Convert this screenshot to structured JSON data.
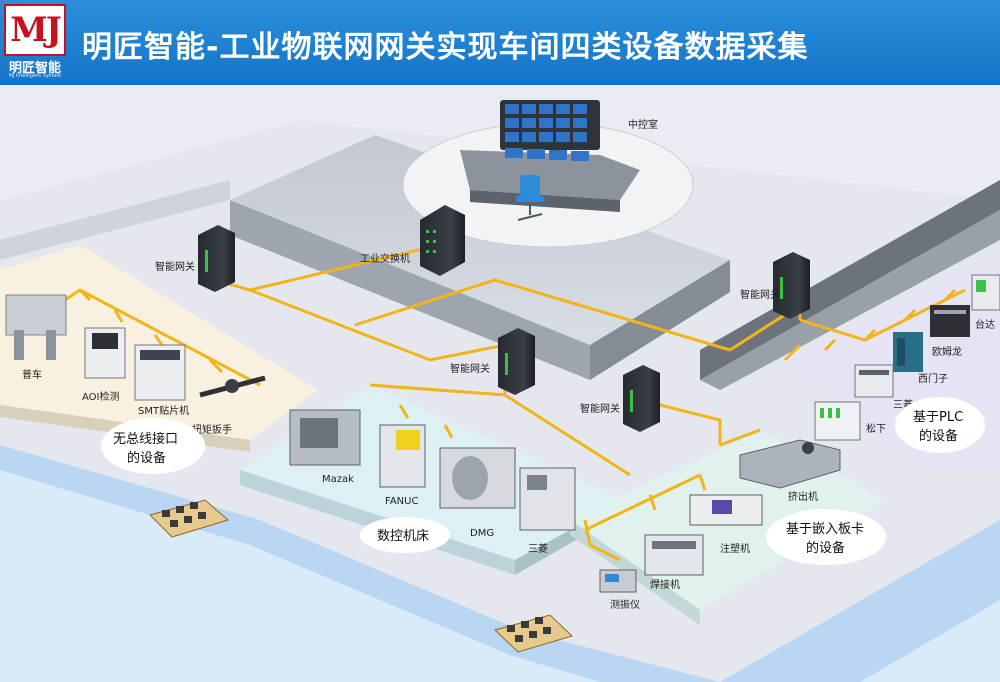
{
  "header": {
    "title": "明匠智能-工业物联网网关实现车间四类设备数据采集",
    "logo": {
      "mark": "MJ",
      "name": "明匠智能",
      "tagline": "MJ Intelligent System"
    }
  },
  "control_room": {
    "label": "中控室"
  },
  "switch": {
    "label": "工业交换机"
  },
  "gateways": [
    {
      "label": "智能网关"
    },
    {
      "label": "智能网关"
    },
    {
      "label": "智能网关"
    },
    {
      "label": "智能网关"
    }
  ],
  "zones": {
    "no_bus": {
      "title_line1": "无总线接口",
      "title_line2": "的设备",
      "devices": [
        {
          "label": "普车"
        },
        {
          "label": "AOI检测"
        },
        {
          "label": "SMT贴片机"
        },
        {
          "label": "扭矩扳手"
        }
      ]
    },
    "cnc": {
      "title": "数控机床",
      "devices": [
        {
          "label": "Mazak"
        },
        {
          "label": "FANUC"
        },
        {
          "label": "DMG"
        },
        {
          "label": "三菱"
        }
      ]
    },
    "plc": {
      "title_line1": "基于PLC",
      "title_line2": "的设备",
      "devices": [
        {
          "label": "台达"
        },
        {
          "label": "欧姆龙"
        },
        {
          "label": "西门子"
        },
        {
          "label": "三菱"
        },
        {
          "label": "松下"
        }
      ]
    },
    "embedded": {
      "title_line1": "基于嵌入板卡",
      "title_line2": "的设备",
      "devices": [
        {
          "label": "挤出机"
        },
        {
          "label": "注塑机"
        },
        {
          "label": "焊接机"
        },
        {
          "label": "测振仪"
        }
      ]
    }
  },
  "colors": {
    "header": "#1574c8",
    "network_line": "#f3b419",
    "water": "#b9d6f2",
    "zone_no_bus": "#f8f1e0",
    "zone_cnc": "#ddf0f4",
    "zone_plc": "#e6e4f4",
    "zone_embedded": "#e0f1ee"
  },
  "icons": [
    "logo-mark",
    "gateway-device",
    "industrial-switch",
    "control-desk",
    "office-chair",
    "video-wall",
    "agv-cart"
  ]
}
